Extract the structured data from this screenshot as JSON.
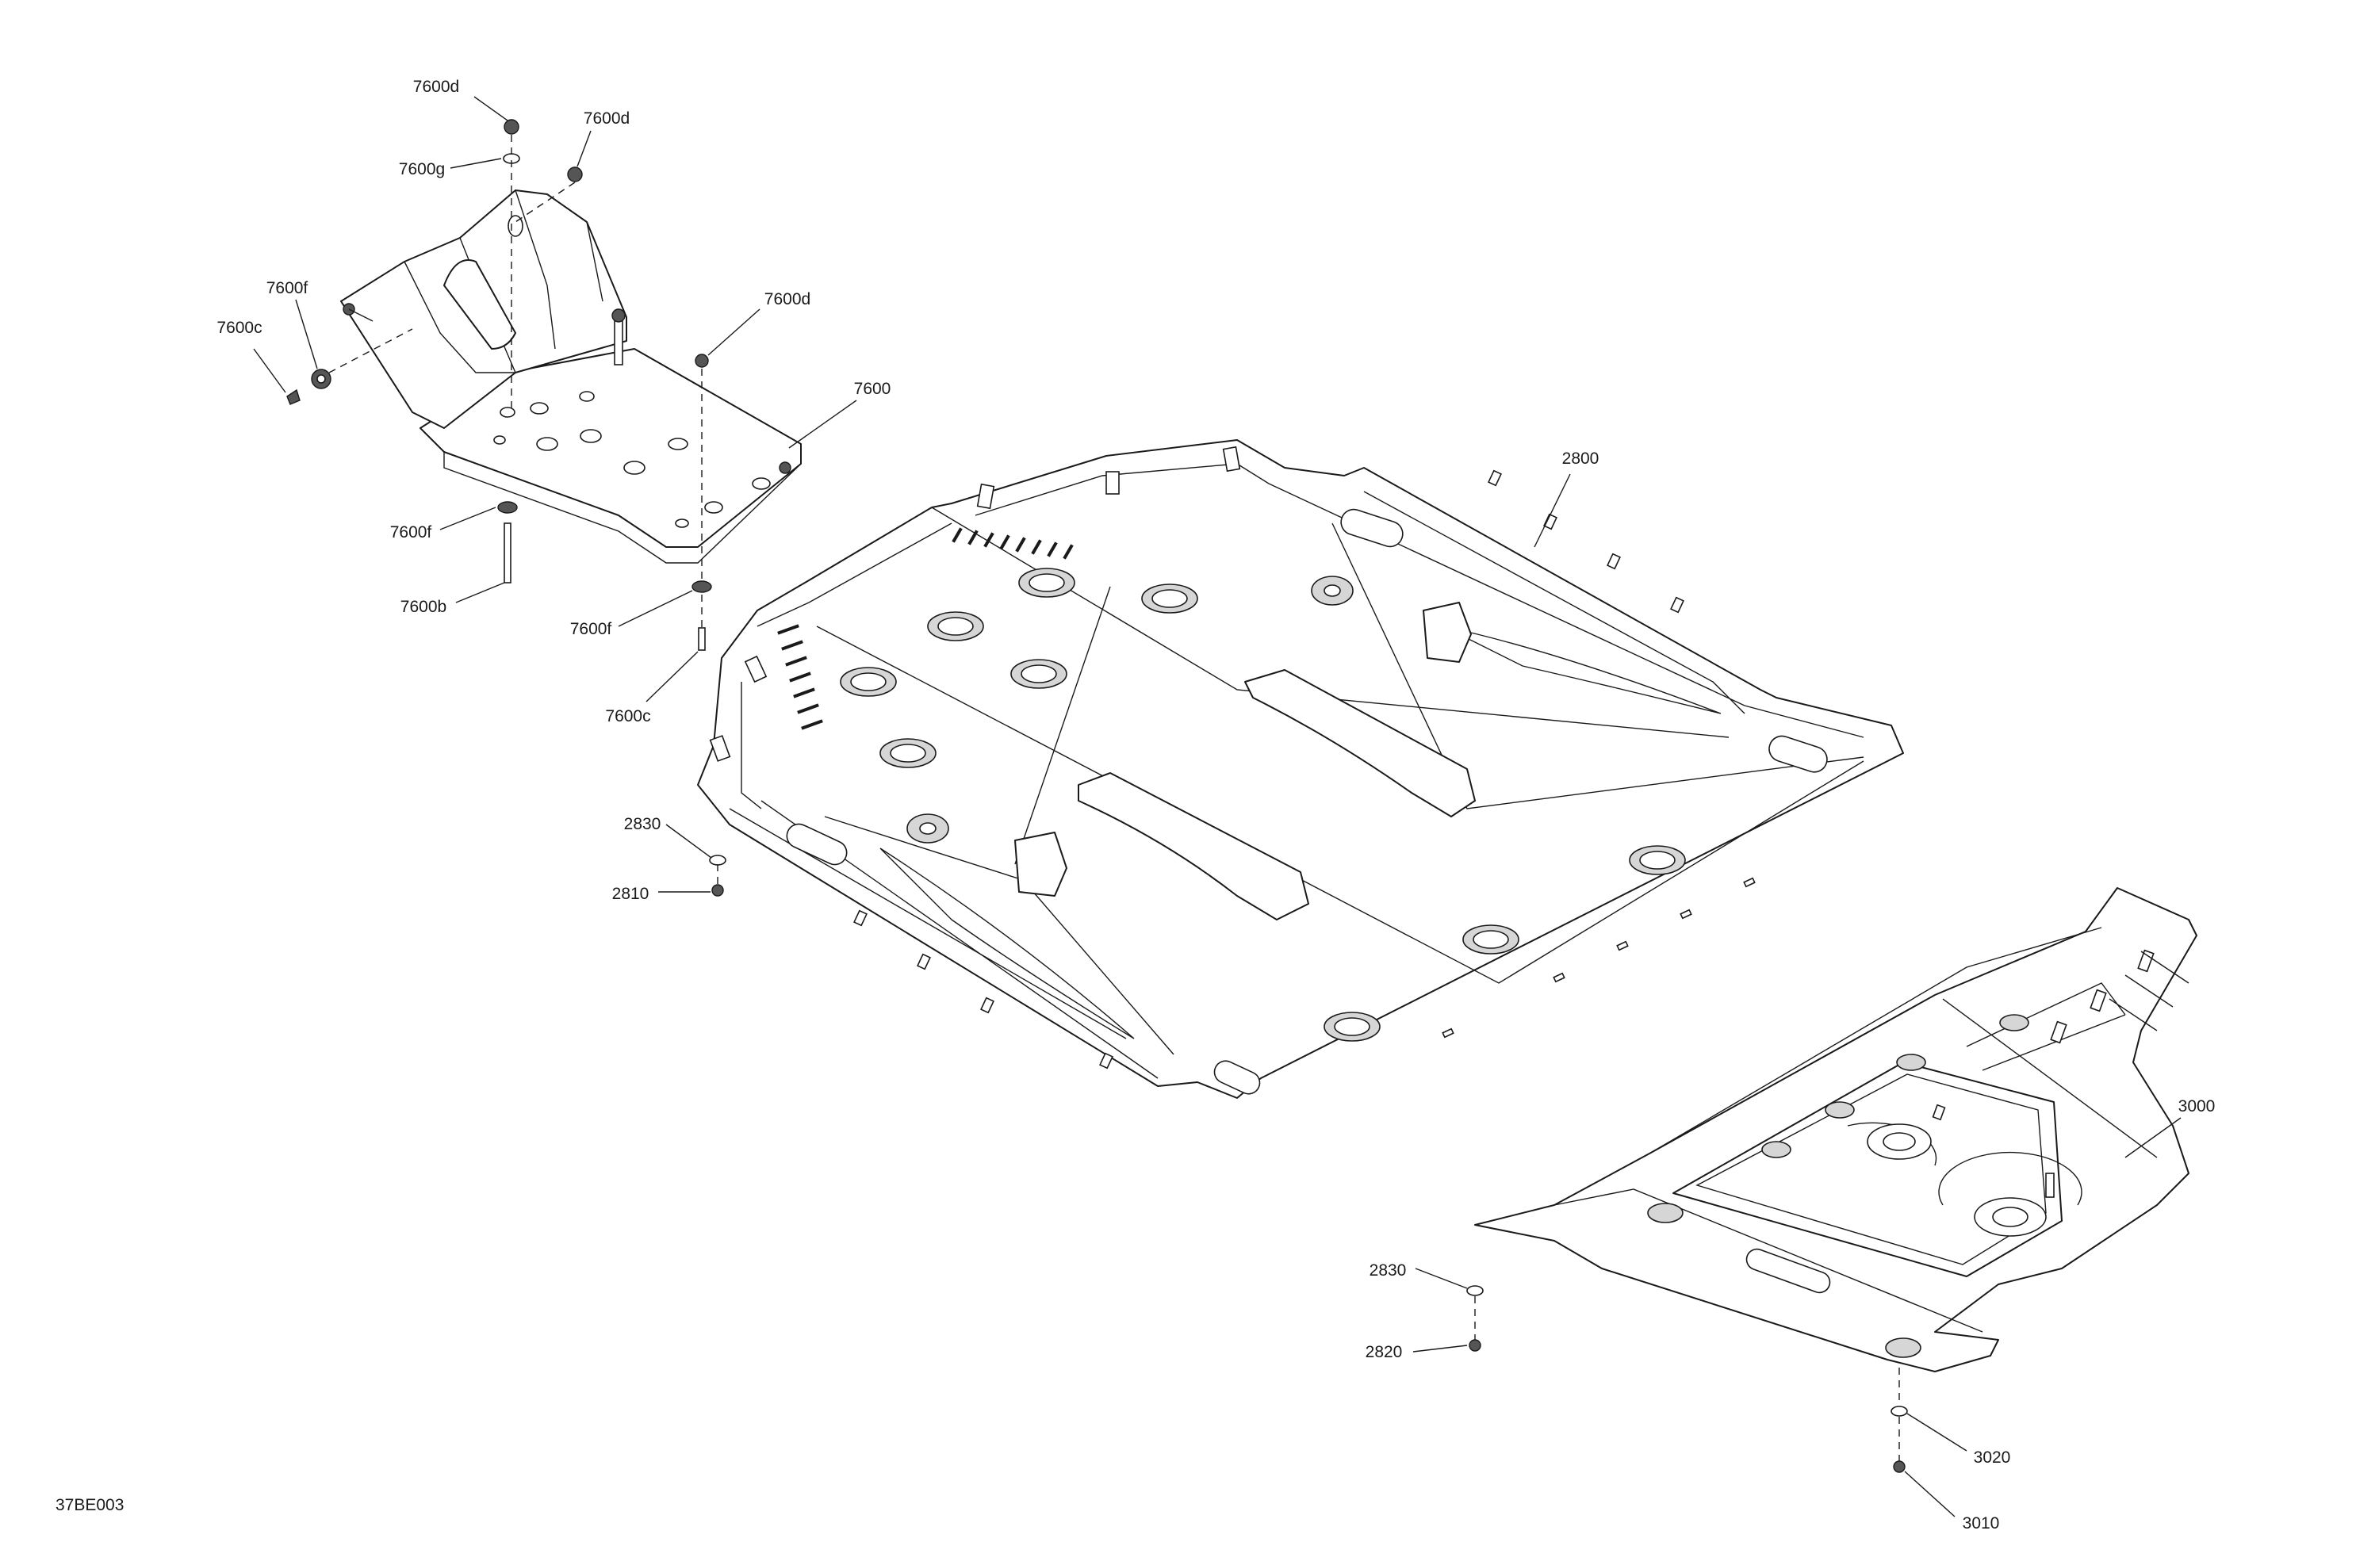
{
  "diagram": {
    "drawing_code": "37BE003",
    "callouts": [
      {
        "id": "c-7600d-top",
        "label": "7600d"
      },
      {
        "id": "c-7600d-right",
        "label": "7600d"
      },
      {
        "id": "c-7600g",
        "label": "7600g"
      },
      {
        "id": "c-7600f-left",
        "label": "7600f"
      },
      {
        "id": "c-7600c-left",
        "label": "7600c"
      },
      {
        "id": "c-7600d-mid",
        "label": "7600d"
      },
      {
        "id": "c-7600",
        "label": "7600"
      },
      {
        "id": "c-7600f-low",
        "label": "7600f"
      },
      {
        "id": "c-7600b",
        "label": "7600b"
      },
      {
        "id": "c-7600f-mid",
        "label": "7600f"
      },
      {
        "id": "c-7600c-mid",
        "label": "7600c"
      },
      {
        "id": "c-2800",
        "label": "2800"
      },
      {
        "id": "c-2830-left",
        "label": "2830"
      },
      {
        "id": "c-2810",
        "label": "2810"
      },
      {
        "id": "c-3000",
        "label": "3000"
      },
      {
        "id": "c-2830-right",
        "label": "2830"
      },
      {
        "id": "c-2820",
        "label": "2820"
      },
      {
        "id": "c-3020",
        "label": "3020"
      },
      {
        "id": "c-3010",
        "label": "3010"
      }
    ]
  }
}
